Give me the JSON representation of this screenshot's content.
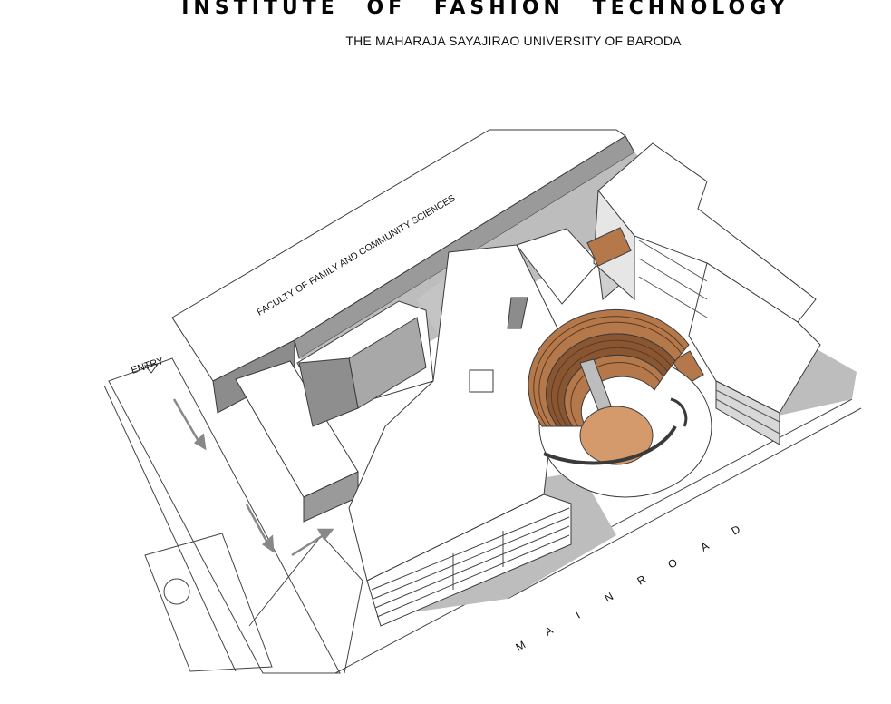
{
  "header": {
    "title": "INSTITUTE OF FASHION TECHNOLOGY",
    "subtitle": "THE MAHARAJA SAYAJIRAO UNIVERSITY OF BARODA"
  },
  "site_labels": {
    "neighbor_building": "FACULTY OF FAMILY AND COMMUNITY SCIENCES",
    "entry": "ENTRY",
    "road_letters": [
      "M",
      "A",
      "I",
      "N",
      "R",
      "O",
      "A",
      "D"
    ]
  },
  "colors": {
    "wood": "#b5784a",
    "wood_dark": "#8a5632",
    "wood_light": "#d59a6b",
    "shadow": "#bdbdbd",
    "shadow_dark": "#9a9a9a",
    "wall_gray": "#8c8c8c",
    "line": "#3a3a3a"
  }
}
